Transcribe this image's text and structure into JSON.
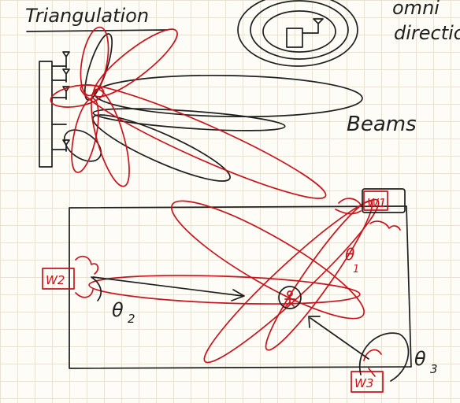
{
  "title": "Triangulation",
  "omni_label": [
    "omni",
    "direction"
  ],
  "beams_label": "Beams",
  "stations": {
    "w1": "W1",
    "w2": "W2",
    "w3": "W3"
  },
  "angles": {
    "theta1": "θ",
    "theta1_sub": "1",
    "theta2": "θ",
    "theta2_sub": "2",
    "theta3": "θ",
    "theta3_sub": "3"
  },
  "colors": {
    "ink": "#1f1f1f",
    "red": "#c8141c",
    "paper": "#fdfcf6",
    "grid": "#e6e3d6"
  }
}
